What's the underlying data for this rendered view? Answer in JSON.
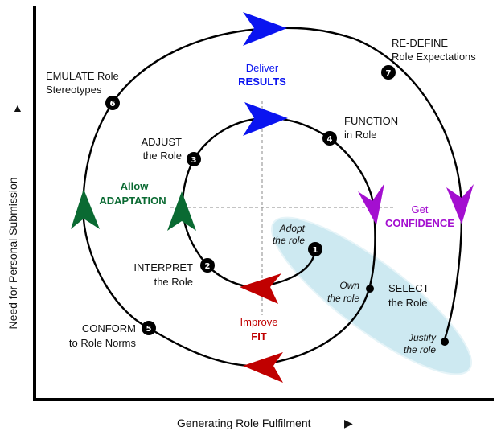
{
  "axes": {
    "y_label": "Need for Personal Submission",
    "x_label": "Generating Role Fulfilment",
    "y_arrow": "▲",
    "x_arrow": "▶"
  },
  "colors": {
    "results": "#0a14f0",
    "confidence": "#a40fd0",
    "fit": "#c00000",
    "adaptation": "#0a6a32",
    "select_ellipse": "#cde9f1",
    "line": "#000000"
  },
  "quadrant_labels": {
    "results": {
      "line1": "Deliver",
      "line2": "RESULTS"
    },
    "confidence": {
      "line1": "Get",
      "line2": "CONFIDENCE"
    },
    "fit": {
      "line1": "Improve",
      "line2": "FIT"
    },
    "adaptation": {
      "line1": "Allow",
      "line2": "ADAPTATION"
    }
  },
  "select": {
    "line1": "SELECT",
    "line2": "the Role"
  },
  "sub_steps": [
    {
      "line1": "Adopt",
      "line2": "the role"
    },
    {
      "line1": "Own",
      "line2": "the role"
    },
    {
      "line1": "Justify",
      "line2": "the role"
    }
  ],
  "steps": [
    {
      "number": "1",
      "line1": "",
      "line2": ""
    },
    {
      "number": "2",
      "line1": "INTERPRET",
      "line2": "the Role"
    },
    {
      "number": "3",
      "line1": "ADJUST",
      "line2": "the Role"
    },
    {
      "number": "4",
      "line1": "FUNCTION",
      "line2": "in Role"
    },
    {
      "number": "5",
      "line1": "CONFORM",
      "line2": "to Role Norms"
    },
    {
      "number": "6",
      "line1": "EMULATE Role",
      "line2": "Stereotypes"
    },
    {
      "number": "7",
      "line1": "RE-DEFINE",
      "line2": "Role Expectations"
    }
  ]
}
